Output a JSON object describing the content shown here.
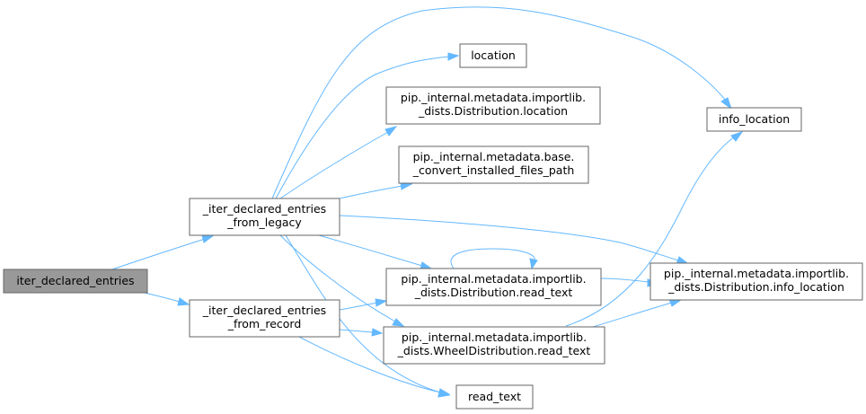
{
  "graph": {
    "nodes": {
      "iter_declared_entries": {
        "lines": [
          "iter_declared_entries"
        ]
      },
      "from_legacy": {
        "lines": [
          "_iter_declared_entries",
          "_from_legacy"
        ]
      },
      "from_record": {
        "lines": [
          "_iter_declared_entries",
          "_from_record"
        ]
      },
      "location": {
        "lines": [
          "location"
        ]
      },
      "dist_location": {
        "lines": [
          "pip._internal.metadata.importlib.",
          "_dists.Distribution.location"
        ]
      },
      "convert_installed": {
        "lines": [
          "pip._internal.metadata.base.",
          "_convert_installed_files_path"
        ]
      },
      "dist_read_text": {
        "lines": [
          "pip._internal.metadata.importlib.",
          "_dists.Distribution.read_text"
        ]
      },
      "wheel_read_text": {
        "lines": [
          "pip._internal.metadata.importlib.",
          "_dists.WheelDistribution.read_text"
        ]
      },
      "read_text": {
        "lines": [
          "read_text"
        ]
      },
      "info_location": {
        "lines": [
          "info_location"
        ]
      },
      "dist_info_location": {
        "lines": [
          "pip._internal.metadata.importlib.",
          "_dists.Distribution.info_location"
        ]
      }
    }
  }
}
